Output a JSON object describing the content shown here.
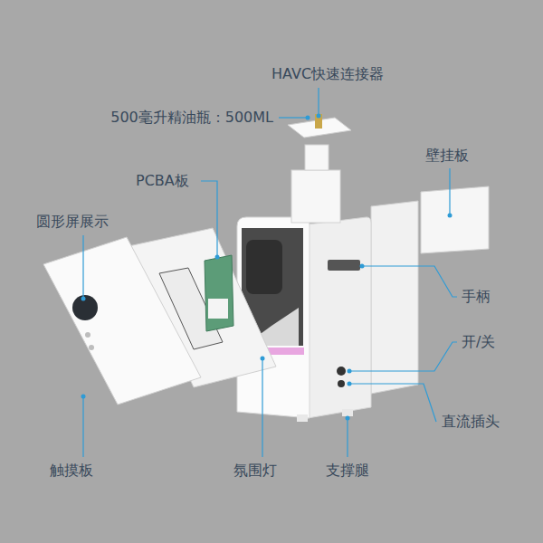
{
  "diagram": {
    "labels": [
      "HAVC快速连接器",
      "500毫升精油瓶：500ML",
      "壁挂板",
      "PCBA板",
      "圆形屏展示",
      "手柄",
      "开/关",
      "直流插头",
      "触摸板",
      "氛围灯",
      "支撑腿"
    ]
  }
}
